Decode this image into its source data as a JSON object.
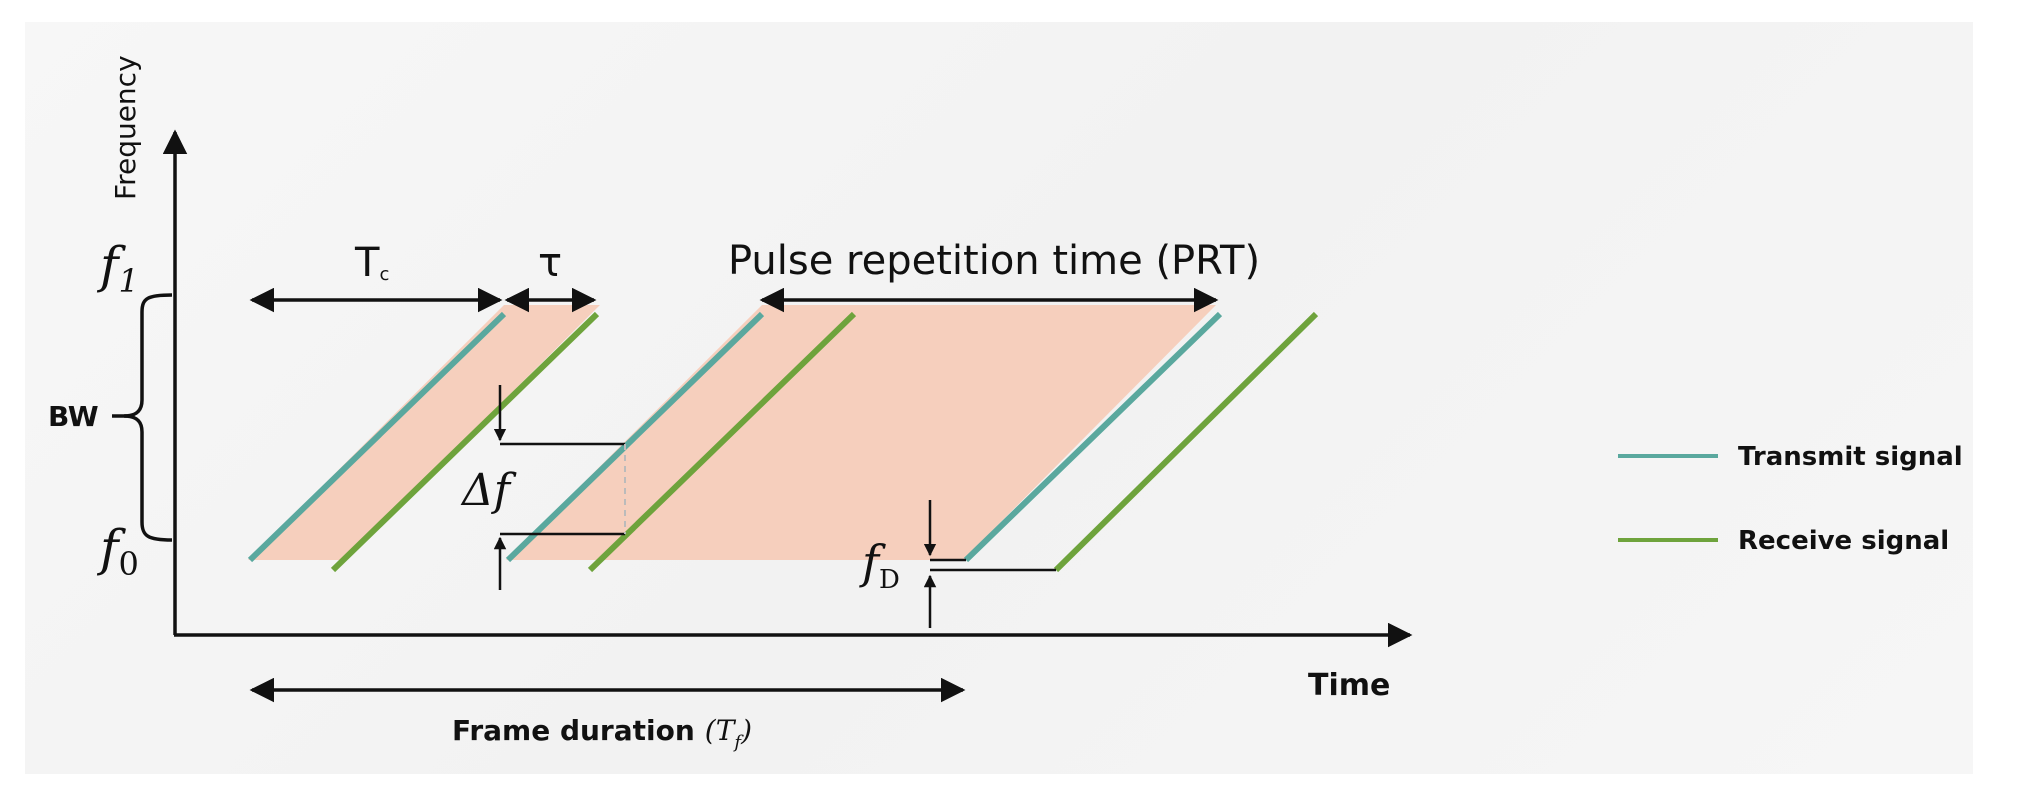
{
  "axes": {
    "y_label": "Frequency",
    "x_label": "Time"
  },
  "frequency_labels": {
    "f1": {
      "symbol": "f",
      "sub": "1"
    },
    "f0": {
      "symbol": "f",
      "sub": "0"
    },
    "bandwidth": "BW"
  },
  "annotations": {
    "chirp_duration": {
      "symbol": "T",
      "sub": "c"
    },
    "delay": "τ",
    "prt": "Pulse repetition time (PRT)",
    "delta_f": "Δf",
    "doppler": {
      "symbol": "f",
      "sub": "D"
    },
    "frame_duration": {
      "text": "Frame duration",
      "symbol": "T",
      "sub": "f"
    }
  },
  "legend": [
    {
      "label": "Transmit signal",
      "color": "#5aa89e"
    },
    {
      "label": "Receive signal",
      "color": "#6ea33c"
    }
  ],
  "colors": {
    "shade": "#f6cfbd",
    "axis": "#111111"
  }
}
